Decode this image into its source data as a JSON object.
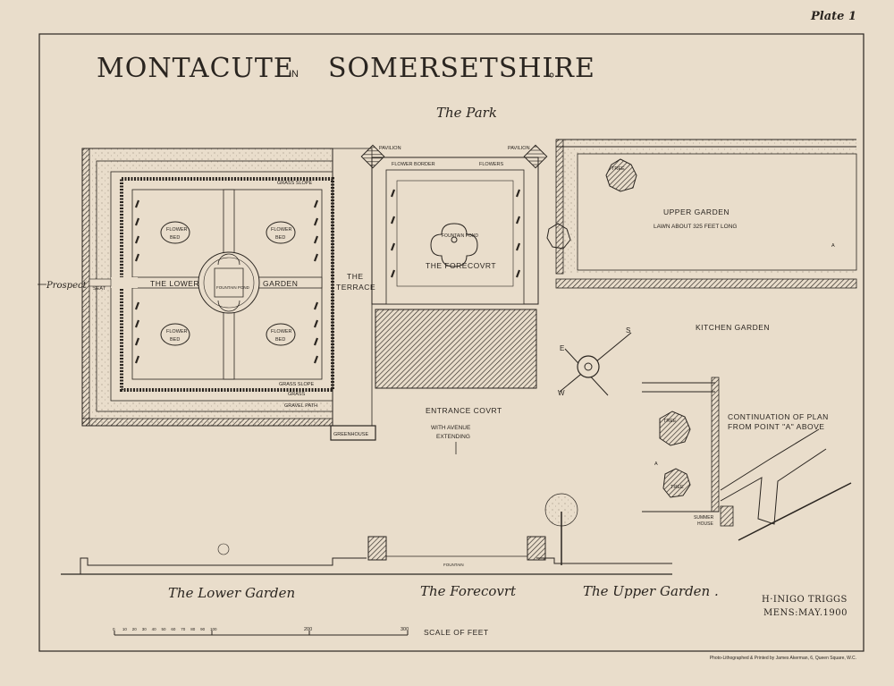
{
  "plate": "Plate 1",
  "title": "MONTACUTE IN SOMERSETSHIRE",
  "title_parts": {
    "left": "MONTACUTE",
    "in": "IN",
    "right": "SOMERSETSHIRE"
  },
  "labels": {
    "the_park": "The Park",
    "pavilion_left": "PAVILION",
    "pavilion_right": "PAVILION",
    "flower_border": "FLOWER BORDER",
    "flowers": "FLOWERS",
    "grass_slope_top": "GRASS SLOPE",
    "grass_slope_bottom": "GRASS SLOPE",
    "grass": "GRASS",
    "gravel_path": "GRAVEL PATH",
    "flower_bed": "FLOWER",
    "flower_bed2": "BED",
    "fountain_pond_lower": "FOUNTAIN POND",
    "the_lower": "THE LOWER",
    "garden": "GARDEN",
    "seat": "SEAT",
    "prospect": "Prospect",
    "the_terrace_1": "THE",
    "the_terrace_2": "TERRACE",
    "fountain_pond_fore": "FOUNTAIN POND",
    "the_forecourt": "THE FORECOVRT",
    "upper_garden": "UPPER GARDEN",
    "lawn": "LAWN ABOUT 325 FEET LONG",
    "tree": "TREE",
    "kitchen_garden": "KITCHEN GARDEN",
    "entrance_court": "ENTRANCE COVRT",
    "with_avenue": "WITH AVENUE",
    "extending": "EXTENDING",
    "greenhouse": "GREENHOUSE",
    "continuation_1": "CONTINUATION OF PLAN",
    "continuation_2": "FROM POINT \"A\" ABOVE",
    "summer_house_1": "SUMMER",
    "summer_house_2": "HOUSE",
    "point_a": "A",
    "fountain_section": "FOUNTAIN",
    "compass_e": "E",
    "compass_s": "S",
    "compass_w": "W"
  },
  "section_labels": {
    "lower": "The Lower Garden",
    "forecourt": "The Forecovrt",
    "upper": "The Upper Garden ."
  },
  "signature": {
    "line1": "H·INIGO TRIGGS",
    "line2": "MENS:MAY.1900"
  },
  "scale": {
    "label": "SCALE OF FEET",
    "ticks": [
      "0",
      "10",
      "20",
      "30",
      "40",
      "50",
      "60",
      "70",
      "80",
      "90",
      "100"
    ],
    "mid": "200",
    "end": "300"
  },
  "printer": "Photo-Lithographed & Printed by James Akerman, 6, Queen Square, W.C."
}
